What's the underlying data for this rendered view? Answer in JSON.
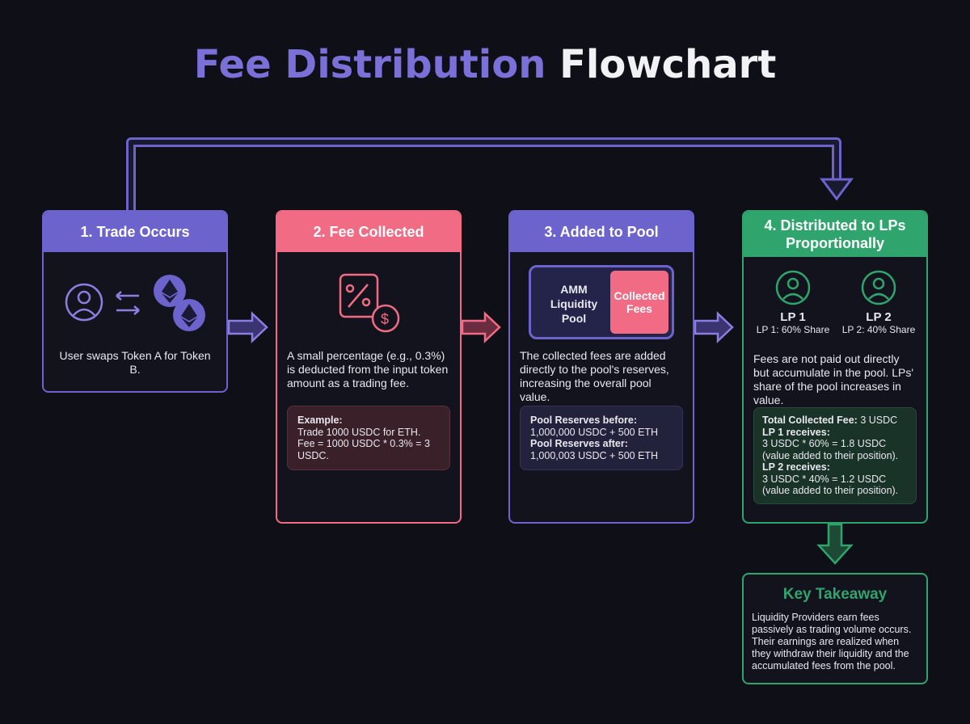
{
  "title": {
    "part1": "Fee Distribution",
    "part2": "Flowchart"
  },
  "steps": [
    {
      "header": "1. Trade Occurs",
      "text": "User swaps Token A for Token B."
    },
    {
      "header": "2. Fee Collected",
      "text": "A small percentage (e.g., 0.3%) is deducted from the input token amount as a trading fee.",
      "example_label": "Example:",
      "example_lines": [
        "Trade 1000 USDC for ETH.",
        "Fee = 1000 USDC * 0.3% = 3 USDC."
      ]
    },
    {
      "header": "3. Added to Pool",
      "pool_label": "AMM Liquidity Pool",
      "fees_label": "Collected Fees",
      "text": "The collected fees are added directly to the pool's reserves, increasing the overall pool value.",
      "before_label": "Pool Reserves before:",
      "before_value": "1,000,000 USDC + 500 ETH",
      "after_label": "Pool Reserves after:",
      "after_value": "1,000,003 USDC + 500 ETH"
    },
    {
      "header": "4. Distributed to LPs Proportionally",
      "lp1_name": "LP 1",
      "lp1_share": "LP 1: 60% Share",
      "lp2_name": "LP 2",
      "lp2_share": "LP 2: 40% Share",
      "text": "Fees are not paid out directly but accumulate in the pool. LPs' share of the pool increases in value.",
      "total_label": "Total Collected Fee:",
      "total_value": "3 USDC",
      "lp1_receives": "LP 1 receives:",
      "lp1_calc": "3 USDC * 60% = 1.8 USDC",
      "lp1_note": "(value added to their position).",
      "lp2_receives": "LP 2 receives:",
      "lp2_calc": "3 USDC * 40% = 1.2 USDC",
      "lp2_note": "(value added to their position)."
    }
  ],
  "takeaway": {
    "title": "Key Takeaway",
    "text": "Liquidity Providers earn fees passively as trading volume occurs. Their earnings are realized when they withdraw their liquidity and the accumulated fees from the pool."
  },
  "colors": {
    "purple": "#6c64cc",
    "pink": "#f26b84",
    "green": "#2fa56d",
    "bg": "#0e0f17"
  }
}
